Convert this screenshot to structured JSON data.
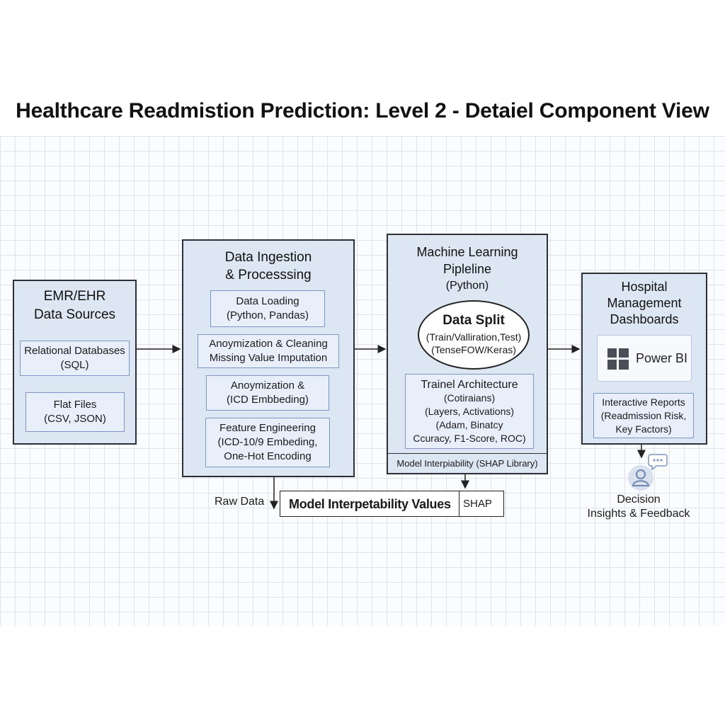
{
  "title": "Healthcare Readmistion Prediction: Level 2 - Detaiel Component View",
  "panels": {
    "emr": {
      "title_l1": "EMR/EHR",
      "title_l2": "Data Sources",
      "items": [
        {
          "l1": "Relational Databases",
          "l2": "(SQL)"
        },
        {
          "l1": "Flat Files",
          "l2": "(CSV, JSON)"
        }
      ]
    },
    "ingestion": {
      "title_l1": "Data Ingestion",
      "title_l2": "& Processsing",
      "items": [
        {
          "l1": "Data Loading",
          "l2": "(Python, Pandas)"
        },
        {
          "l1": "Anoymization & Cleaning",
          "l2": "Missing Value Imputation"
        },
        {
          "l1": "Anoymization &",
          "l2": "(ICD Embbeding)"
        },
        {
          "l1": "Feature Engineering",
          "l2": "(ICD-10/9 Embeding,",
          "l3": "One-Hot Encoding"
        }
      ]
    },
    "ml": {
      "title_l1": "Machine Learning",
      "title_l2": "Pipleline",
      "title_l3": "(Python)",
      "split": {
        "title": "Data Split",
        "l1": "(Train/Vallіration,Test)",
        "l2": "(TenseFOW/Keras)"
      },
      "architecture": {
        "l1": "Trainel Architecture",
        "l2": "(Cotiraians)",
        "l3": "(Layers, Activations)",
        "l4": "(Adam, Binatcy",
        "l5": "Ccuracy, F1-Score, ROC)"
      },
      "footer": "Model Interpiability (SHAP Library)"
    },
    "dashboard": {
      "title_l1": "Hospital",
      "title_l2": "Management",
      "title_l3": "Dashboards",
      "powerbi": "Power BI",
      "reports": {
        "l1": "Interactive Reports",
        "l2": "(Readmission Risk,",
        "l3": "Key Factors)"
      }
    }
  },
  "bottom": {
    "raw_data": "Raw Data",
    "values_box": "Model Interpetability Values",
    "shap": "SHAP",
    "decision_l1": "Decision",
    "decision_l2": "Insights & Feedback"
  },
  "icons": [
    "windows-logo-icon",
    "user-icon",
    "speech-bubble-icon"
  ],
  "colors": {
    "panel_fill": "#dde6f3",
    "sub_fill": "#e9effa",
    "sub_border": "#7d96c4",
    "grid_line": "#dfe3ea"
  }
}
